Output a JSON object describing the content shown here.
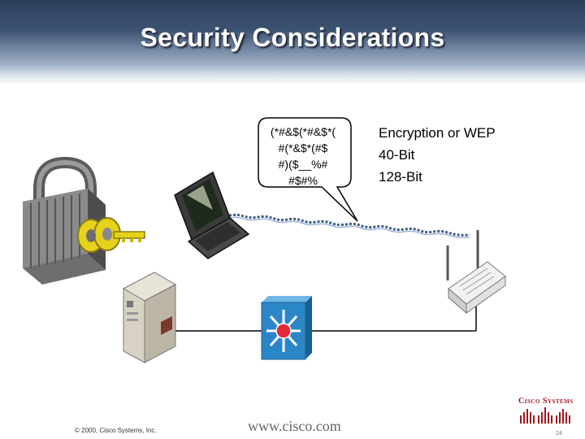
{
  "slide": {
    "title": "Security Considerations"
  },
  "bubble": {
    "lines": [
      "(*#&$(*#&$*(",
      "#(*&$*(#$",
      "#)($__%#",
      "#$#%"
    ]
  },
  "encryption": {
    "lines": [
      "Encryption or WEP",
      "40-Bit",
      "128-Bit"
    ]
  },
  "footer": {
    "copyright": "© 2000, Cisco Systems, Inc.",
    "url": "www.cisco.com",
    "logo_text": "Cisco Systems",
    "page": "24"
  },
  "colors": {
    "header_dark": "#2e3f5a",
    "switch_blue": "#2b86c8",
    "switch_center": "#e52a3a",
    "cisco_red": "#a1171d",
    "radio_wave": "#3c5d8f",
    "key_yellow": "#e6d21a"
  },
  "icons": [
    "padlock-icon",
    "key-icon",
    "laptop-icon",
    "server-icon",
    "switch-icon",
    "access-point-icon",
    "speech-bubble-icon"
  ]
}
